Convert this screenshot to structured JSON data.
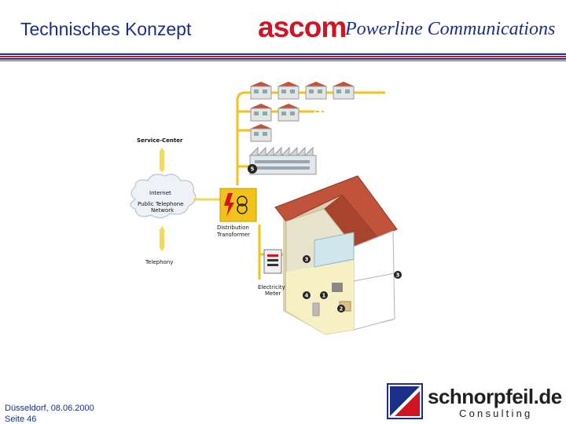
{
  "header": {
    "title": "Technisches Konzept",
    "brand": "ascom",
    "tagline": "Powerline Communications"
  },
  "colors": {
    "title_blue": "#1a2f8a",
    "brand_red": "#d21422",
    "power_line_yellow": "#f2c21b",
    "roof_red": "#c0533a"
  },
  "diagram": {
    "labels": {
      "service_center": "Service-Center",
      "internet": "Internet",
      "pstn_line1": "Public Telephone",
      "pstn_line2": "Network",
      "telephony": "Telephony",
      "distribution_line1": "Distribution",
      "distribution_line2": "Transformer",
      "meter_line1": "Electricity",
      "meter_line2": "Meter"
    },
    "markers": [
      "1",
      "2",
      "3",
      "3",
      "4",
      "5"
    ]
  },
  "footer": {
    "date": "Düsseldorf, 08.06.2000",
    "page": "Seite 46"
  },
  "logo": {
    "name": "schnorpfeil.de",
    "subtitle": "Consulting"
  }
}
